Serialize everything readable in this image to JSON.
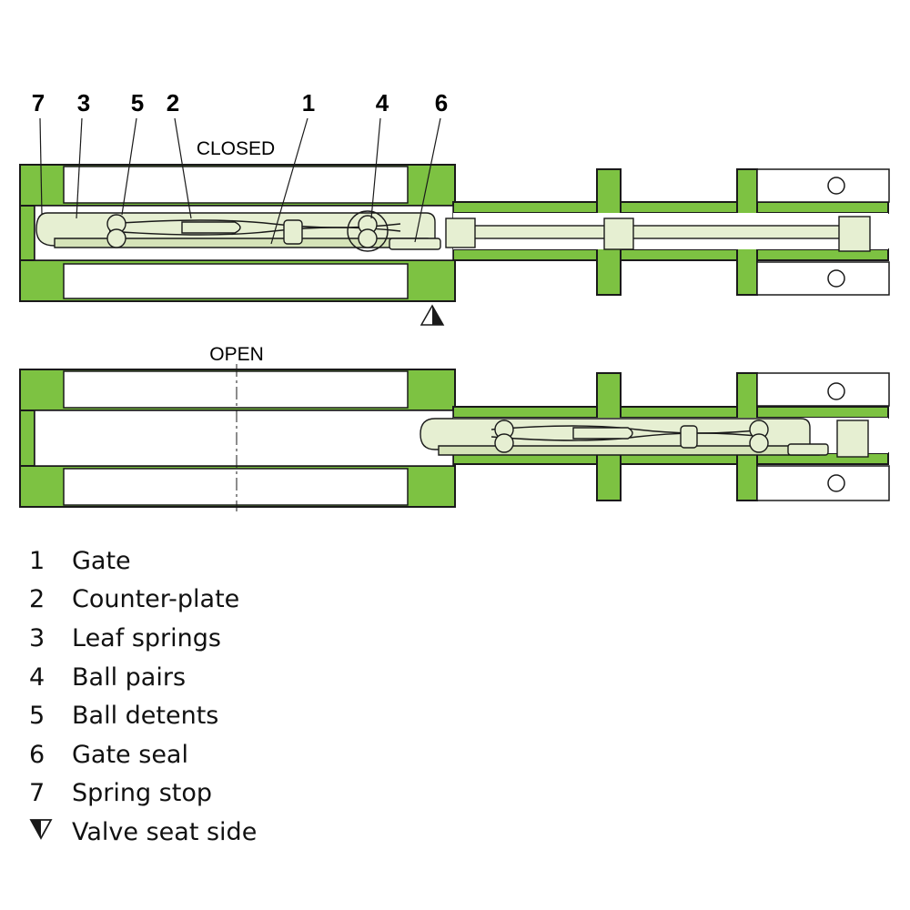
{
  "callouts": [
    "7",
    "3",
    "5",
    "2",
    "1",
    "4",
    "6"
  ],
  "states": {
    "closed": "CLOSED",
    "open": "OPEN"
  },
  "legend": [
    {
      "key": "1",
      "text": "Gate"
    },
    {
      "key": "2",
      "text": "Counter-plate"
    },
    {
      "key": "3",
      "text": "Leaf springs"
    },
    {
      "key": "4",
      "text": "Ball pairs"
    },
    {
      "key": "5",
      "text": "Ball detents"
    },
    {
      "key": "6",
      "text": "Gate seal"
    },
    {
      "key": "7",
      "text": "Spring stop"
    },
    {
      "key_icon": "valve-seat-side-triangle-icon",
      "text": "Valve seat side"
    }
  ],
  "colors": {
    "body_green": "#7dc242",
    "mechanism_fill": "#e6efd2",
    "outline": "#1a1a1a"
  }
}
